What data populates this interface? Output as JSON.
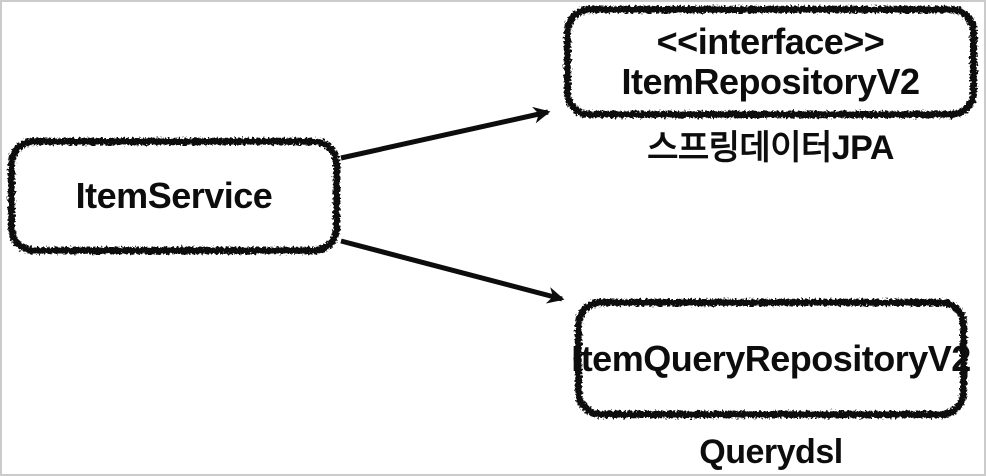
{
  "colors": {
    "background": "#ffffff",
    "frame_border": "#cbcbcb",
    "ink": "#0d0d0d"
  },
  "diagram": {
    "nodes": [
      {
        "id": "item-service",
        "lines": [
          "ItemService"
        ]
      },
      {
        "id": "item-repository-v2",
        "lines": [
          "<<interface>>",
          "ItemRepositoryV2"
        ],
        "caption": "스프링데이터JPA"
      },
      {
        "id": "item-query-repository-v2",
        "lines": [
          "ItemQueryRepositoryV2"
        ],
        "caption": "Querydsl"
      }
    ],
    "edges": [
      {
        "from": "ItemService",
        "to": "ItemRepositoryV2"
      },
      {
        "from": "ItemService",
        "to": "ItemQueryRepositoryV2"
      }
    ]
  }
}
